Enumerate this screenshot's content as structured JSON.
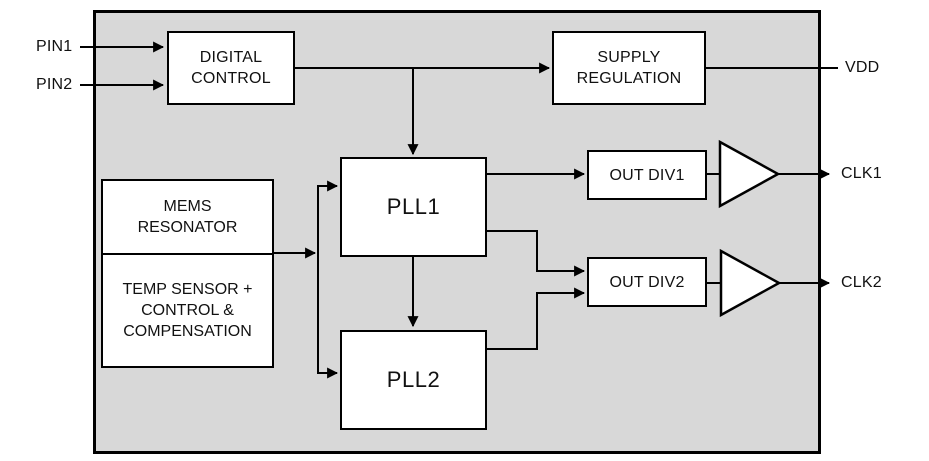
{
  "colors": {
    "chip_fill": "#d8d8d8",
    "block_fill": "#ffffff",
    "line": "#000000",
    "background": "#ffffff"
  },
  "chip": {
    "blocks": {
      "digital_control": "DIGITAL\nCONTROL",
      "supply_regulation": "SUPPLY\nREGULATION",
      "mems_resonator": "MEMS\nRESONATOR",
      "temp_sensor": "TEMP SENSOR +\nCONTROL &\nCOMPENSATION",
      "pll1": "PLL1",
      "pll2": "PLL2",
      "out_div1": "OUT DIV1",
      "out_div2": "OUT DIV2"
    }
  },
  "pins": {
    "pin1": "PIN1",
    "pin2": "PIN2",
    "vdd": "VDD",
    "clk1": "CLK1",
    "clk2": "CLK2"
  }
}
